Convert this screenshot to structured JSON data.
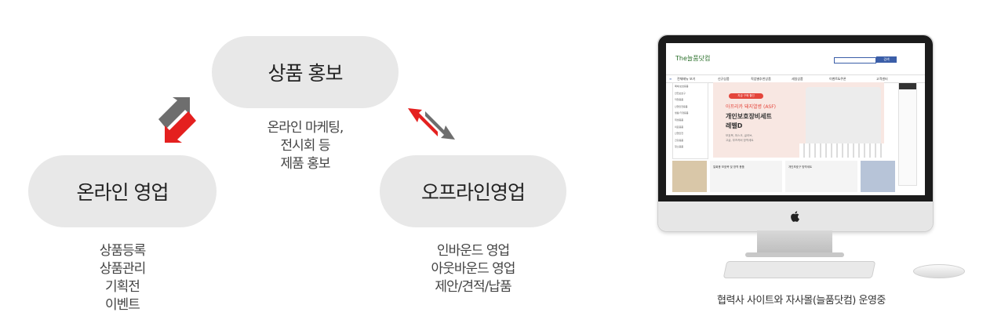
{
  "nodes": [
    {
      "id": "product-promo",
      "label": "상품 홍보",
      "desc": [
        "온라인 마케팅,",
        "전시회 등",
        "제품 홍보"
      ]
    },
    {
      "id": "online-sales",
      "label": "온라인 영업",
      "desc": [
        "상품등록",
        "상품관리",
        "기획전",
        "이벤트"
      ]
    },
    {
      "id": "offline-sales",
      "label": "오프라인영업",
      "desc": [
        "인바운드 영업",
        "아웃바운드 영업",
        "제안/견적/납품"
      ]
    }
  ],
  "colors": {
    "pill": "#e8e8e8",
    "arrow_gray": "#6e6e6e",
    "arrow_red": "#e4201f"
  },
  "screen": {
    "logo": "The늘품닷컴",
    "search_button": "검색",
    "nav": [
      "전체메뉴 보기",
      "신규상품",
      "직업별추천상품",
      "세일상품",
      "이벤트&쿠폰",
      "고객센터"
    ],
    "sidebar": [
      "폐쇄/보호용품",
      "안전보호구",
      "작업용품",
      "산업안전용품",
      "생활/가정용품",
      "위생용품",
      "의료용품",
      "산업안전",
      "건강용품",
      "청소용품"
    ],
    "banner_tag": "지금 구매 할인",
    "banner_title_1": "아프리카 돼지열병 (ASF)",
    "banner_title_2": "개인보호장비세트",
    "banner_title_3": "레벨D",
    "banner_sub_1": "보호복, 마스크, 글러브,",
    "banner_sub_2": "고글, 부츠커버 방역세트",
    "promo_1": "일회용 보호복 및 방역 용품",
    "promo_2": "개인보호구 방역세트"
  },
  "caption": "협력사 사이트와 자사몰(늘품닷컴) 운영중"
}
